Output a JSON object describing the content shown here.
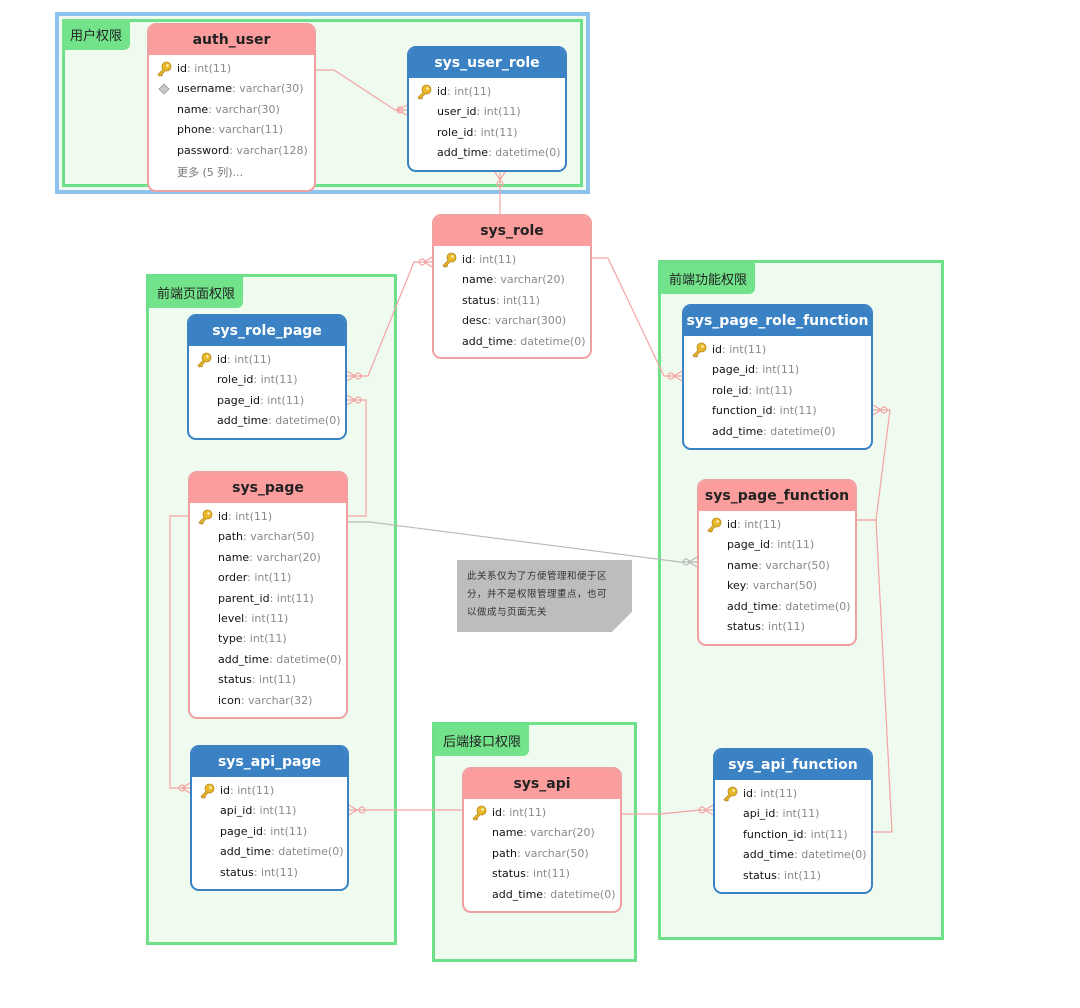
{
  "groups": {
    "user_perm": "用户权限",
    "frontend_page_perm": "前端页面权限",
    "frontend_func_perm": "前端功能权限",
    "backend_api_perm": "后端接口权限"
  },
  "note_text": "此关系仅为了方便管理和便于区分，并不是权限管理重点，也可以做成与页面无关",
  "colors": {
    "group_fill": "#effbef",
    "group_border": "#6fe08a",
    "outer_border_blue": "#8ec2ee",
    "red_header": "#fb9d9d",
    "blue_header": "#3a82c4",
    "relation_line": "#f4a3a3",
    "note_line": "#b0b0b0"
  },
  "entities": {
    "auth_user": {
      "title": "auth_user",
      "fields": [
        {
          "name": "id",
          "type": ": int(11)",
          "icon": "key-icon"
        },
        {
          "name": "username",
          "type": ": varchar(30)",
          "icon": "diamond-icon"
        },
        {
          "name": "name",
          "type": ": varchar(30)",
          "icon": ""
        },
        {
          "name": "phone",
          "type": ": varchar(11)",
          "icon": ""
        },
        {
          "name": "password",
          "type": ": varchar(128)",
          "icon": ""
        },
        {
          "name": "更多 (5 列)...",
          "type": "",
          "icon": ""
        }
      ]
    },
    "sys_user_role": {
      "title": "sys_user_role",
      "fields": [
        {
          "name": "id",
          "type": ": int(11)",
          "icon": "key-icon"
        },
        {
          "name": "user_id",
          "type": ": int(11)",
          "icon": ""
        },
        {
          "name": "role_id",
          "type": ": int(11)",
          "icon": ""
        },
        {
          "name": "add_time",
          "type": ": datetime(0)",
          "icon": ""
        }
      ]
    },
    "sys_role": {
      "title": "sys_role",
      "fields": [
        {
          "name": "id",
          "type": ": int(11)",
          "icon": "key-icon"
        },
        {
          "name": "name",
          "type": ": varchar(20)",
          "icon": ""
        },
        {
          "name": "status",
          "type": ": int(11)",
          "icon": ""
        },
        {
          "name": "desc",
          "type": ": varchar(300)",
          "icon": ""
        },
        {
          "name": "add_time",
          "type": ": datetime(0)",
          "icon": ""
        }
      ]
    },
    "sys_role_page": {
      "title": "sys_role_page",
      "fields": [
        {
          "name": "id",
          "type": ": int(11)",
          "icon": "key-icon"
        },
        {
          "name": "role_id",
          "type": ": int(11)",
          "icon": ""
        },
        {
          "name": "page_id",
          "type": ": int(11)",
          "icon": ""
        },
        {
          "name": "add_time",
          "type": ": datetime(0)",
          "icon": ""
        }
      ]
    },
    "sys_page": {
      "title": "sys_page",
      "fields": [
        {
          "name": "id",
          "type": ": int(11)",
          "icon": "key-icon"
        },
        {
          "name": "path",
          "type": ": varchar(50)",
          "icon": ""
        },
        {
          "name": "name",
          "type": ": varchar(20)",
          "icon": ""
        },
        {
          "name": "order",
          "type": ": int(11)",
          "icon": ""
        },
        {
          "name": "parent_id",
          "type": ": int(11)",
          "icon": ""
        },
        {
          "name": "level",
          "type": ": int(11)",
          "icon": ""
        },
        {
          "name": "type",
          "type": ": int(11)",
          "icon": ""
        },
        {
          "name": "add_time",
          "type": ": datetime(0)",
          "icon": ""
        },
        {
          "name": "status",
          "type": ": int(11)",
          "icon": ""
        },
        {
          "name": "icon",
          "type": ": varchar(32)",
          "icon": ""
        }
      ]
    },
    "sys_api_page": {
      "title": "sys_api_page",
      "fields": [
        {
          "name": "id",
          "type": ": int(11)",
          "icon": "key-icon"
        },
        {
          "name": "api_id",
          "type": ": int(11)",
          "icon": ""
        },
        {
          "name": "page_id",
          "type": ": int(11)",
          "icon": ""
        },
        {
          "name": "add_time",
          "type": ": datetime(0)",
          "icon": ""
        },
        {
          "name": "status",
          "type": ": int(11)",
          "icon": ""
        }
      ]
    },
    "sys_page_role_function": {
      "title": "sys_page_role_function",
      "fields": [
        {
          "name": "id",
          "type": ": int(11)",
          "icon": "key-icon"
        },
        {
          "name": "page_id",
          "type": ": int(11)",
          "icon": ""
        },
        {
          "name": "role_id",
          "type": ": int(11)",
          "icon": ""
        },
        {
          "name": "function_id",
          "type": ": int(11)",
          "icon": ""
        },
        {
          "name": "add_time",
          "type": ": datetime(0)",
          "icon": ""
        }
      ]
    },
    "sys_page_function": {
      "title": "sys_page_function",
      "fields": [
        {
          "name": "id",
          "type": ": int(11)",
          "icon": "key-icon"
        },
        {
          "name": "page_id",
          "type": ": int(11)",
          "icon": ""
        },
        {
          "name": "name",
          "type": ": varchar(50)",
          "icon": ""
        },
        {
          "name": "key",
          "type": ": varchar(50)",
          "icon": ""
        },
        {
          "name": "add_time",
          "type": ": datetime(0)",
          "icon": ""
        },
        {
          "name": "status",
          "type": ": int(11)",
          "icon": ""
        }
      ]
    },
    "sys_api": {
      "title": "sys_api",
      "fields": [
        {
          "name": "id",
          "type": ": int(11)",
          "icon": "key-icon"
        },
        {
          "name": "name",
          "type": ": varchar(20)",
          "icon": ""
        },
        {
          "name": "path",
          "type": ": varchar(50)",
          "icon": ""
        },
        {
          "name": "status",
          "type": ": int(11)",
          "icon": ""
        },
        {
          "name": "add_time",
          "type": ": datetime(0)",
          "icon": ""
        }
      ]
    },
    "sys_api_function": {
      "title": "sys_api_function",
      "fields": [
        {
          "name": "id",
          "type": ": int(11)",
          "icon": "key-icon"
        },
        {
          "name": "api_id",
          "type": ": int(11)",
          "icon": ""
        },
        {
          "name": "function_id",
          "type": ": int(11)",
          "icon": ""
        },
        {
          "name": "add_time",
          "type": ": datetime(0)",
          "icon": ""
        },
        {
          "name": "status",
          "type": ": int(11)",
          "icon": ""
        }
      ]
    }
  }
}
